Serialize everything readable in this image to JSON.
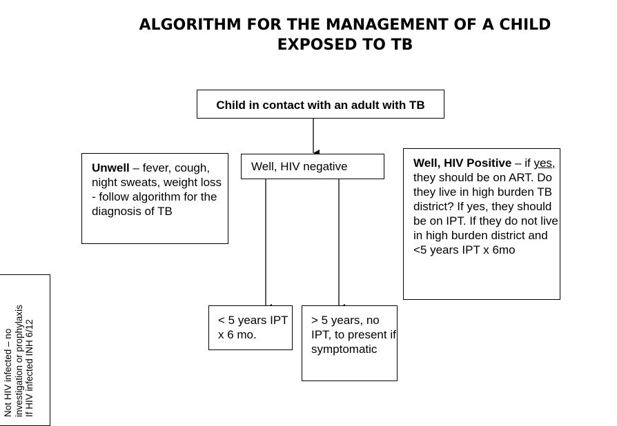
{
  "title": {
    "line1": "ALGORITHM FOR THE MANAGEMENT OF A CHILD",
    "line2": "EXPOSED TO TB"
  },
  "nodes": {
    "contact": "Child in contact with an adult with TB",
    "unwell": {
      "bold": "Unwell",
      "rest": " – fever, cough, night sweats, weight loss - follow algorithm for the diagnosis of TB"
    },
    "well_negative": "Well, HIV negative",
    "well_positive": {
      "bold": "Well, HIV Positive",
      "after_bold": " – if ",
      "underlined": "yes, ",
      "rest": "they should be on ART. Do they live in high burden TB district? If yes, they should be on IPT. If they do not live in high burden district and <5 years IPT x 6mo"
    },
    "under5": "< 5 years IPT x 6 mo.",
    "over5": "> 5 years, no IPT, to present if symptomatic"
  },
  "side_note": {
    "line1": "Not HIV infected – no",
    "line2": "investigation or prophylaxis",
    "line3": "If HIV infected INH 6/12"
  }
}
